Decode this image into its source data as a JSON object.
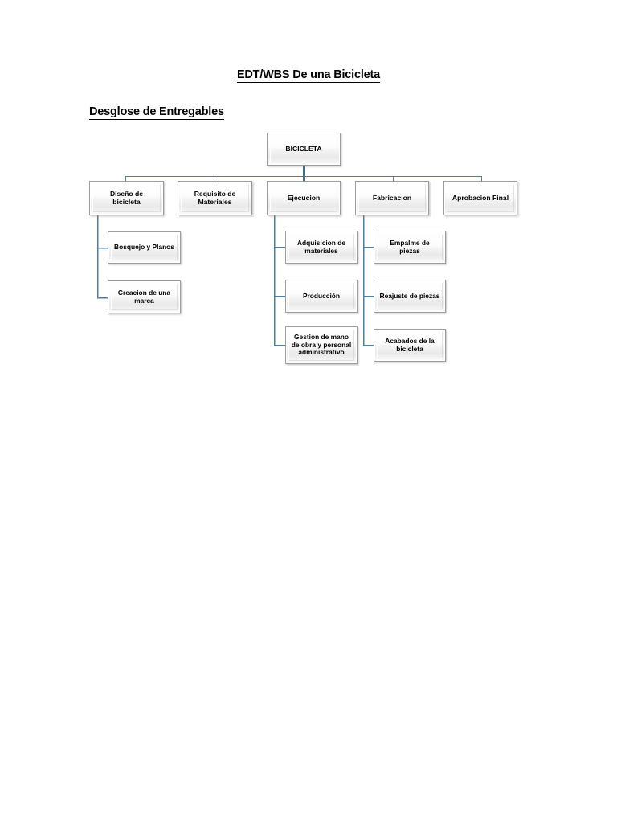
{
  "document": {
    "title": "EDT/WBS De una Bicicleta",
    "section_heading": "Desglose de Entregables"
  },
  "theme": {
    "background": "#ffffff",
    "connector_color": "#4a7fa5",
    "connector_color_dark": "#3f6f94",
    "node_border": "#9d9d9d",
    "node_fill_top": "#ffffff",
    "node_fill_mid": "#e9e9e9",
    "text_color": "#000000"
  },
  "chart_data": {
    "type": "diagram",
    "diagram_kind": "work-breakdown-structure",
    "title": "EDT/WBS De una Bicicleta",
    "root": "BICICLETA",
    "nodes": [
      {
        "id": "root",
        "label": "BICICLETA",
        "level": 1,
        "parent": null
      },
      {
        "id": "diseno",
        "label": "Diseño de\nbicicleta",
        "level": 2,
        "parent": "root"
      },
      {
        "id": "requisito",
        "label": "Requisito de\nMateriales",
        "level": 2,
        "parent": "root"
      },
      {
        "id": "ejecucion",
        "label": "Ejecucion",
        "level": 2,
        "parent": "root"
      },
      {
        "id": "fabricacion",
        "label": "Fabricacion",
        "level": 2,
        "parent": "root"
      },
      {
        "id": "aprobacion",
        "label": "Aprobacion Final",
        "level": 2,
        "parent": "root"
      },
      {
        "id": "bosquejo",
        "label": "Bosquejo y Planos",
        "level": 3,
        "parent": "diseno"
      },
      {
        "id": "creacion",
        "label": "Creacion de  una\nmarca",
        "level": 3,
        "parent": "diseno"
      },
      {
        "id": "adquisicion",
        "label": "Adquisicion de\nmateriales",
        "level": 3,
        "parent": "ejecucion"
      },
      {
        "id": "produccion",
        "label": "Producción",
        "level": 3,
        "parent": "ejecucion"
      },
      {
        "id": "gestion",
        "label": "Gestion de mano\nde obra y personal\nadministrativo",
        "level": 3,
        "parent": "ejecucion"
      },
      {
        "id": "empalme",
        "label": "Empalme de\npiezas",
        "level": 3,
        "parent": "fabricacion"
      },
      {
        "id": "reajuste",
        "label": "Reajuste de piezas",
        "level": 3,
        "parent": "fabricacion"
      },
      {
        "id": "acabados",
        "label": "Acabados de la\nbicicleta",
        "level": 3,
        "parent": "fabricacion"
      }
    ],
    "levels": 3,
    "branch_counts": {
      "diseno": 2,
      "requisito": 0,
      "ejecucion": 3,
      "fabricacion": 3,
      "aprobacion": 0
    }
  }
}
